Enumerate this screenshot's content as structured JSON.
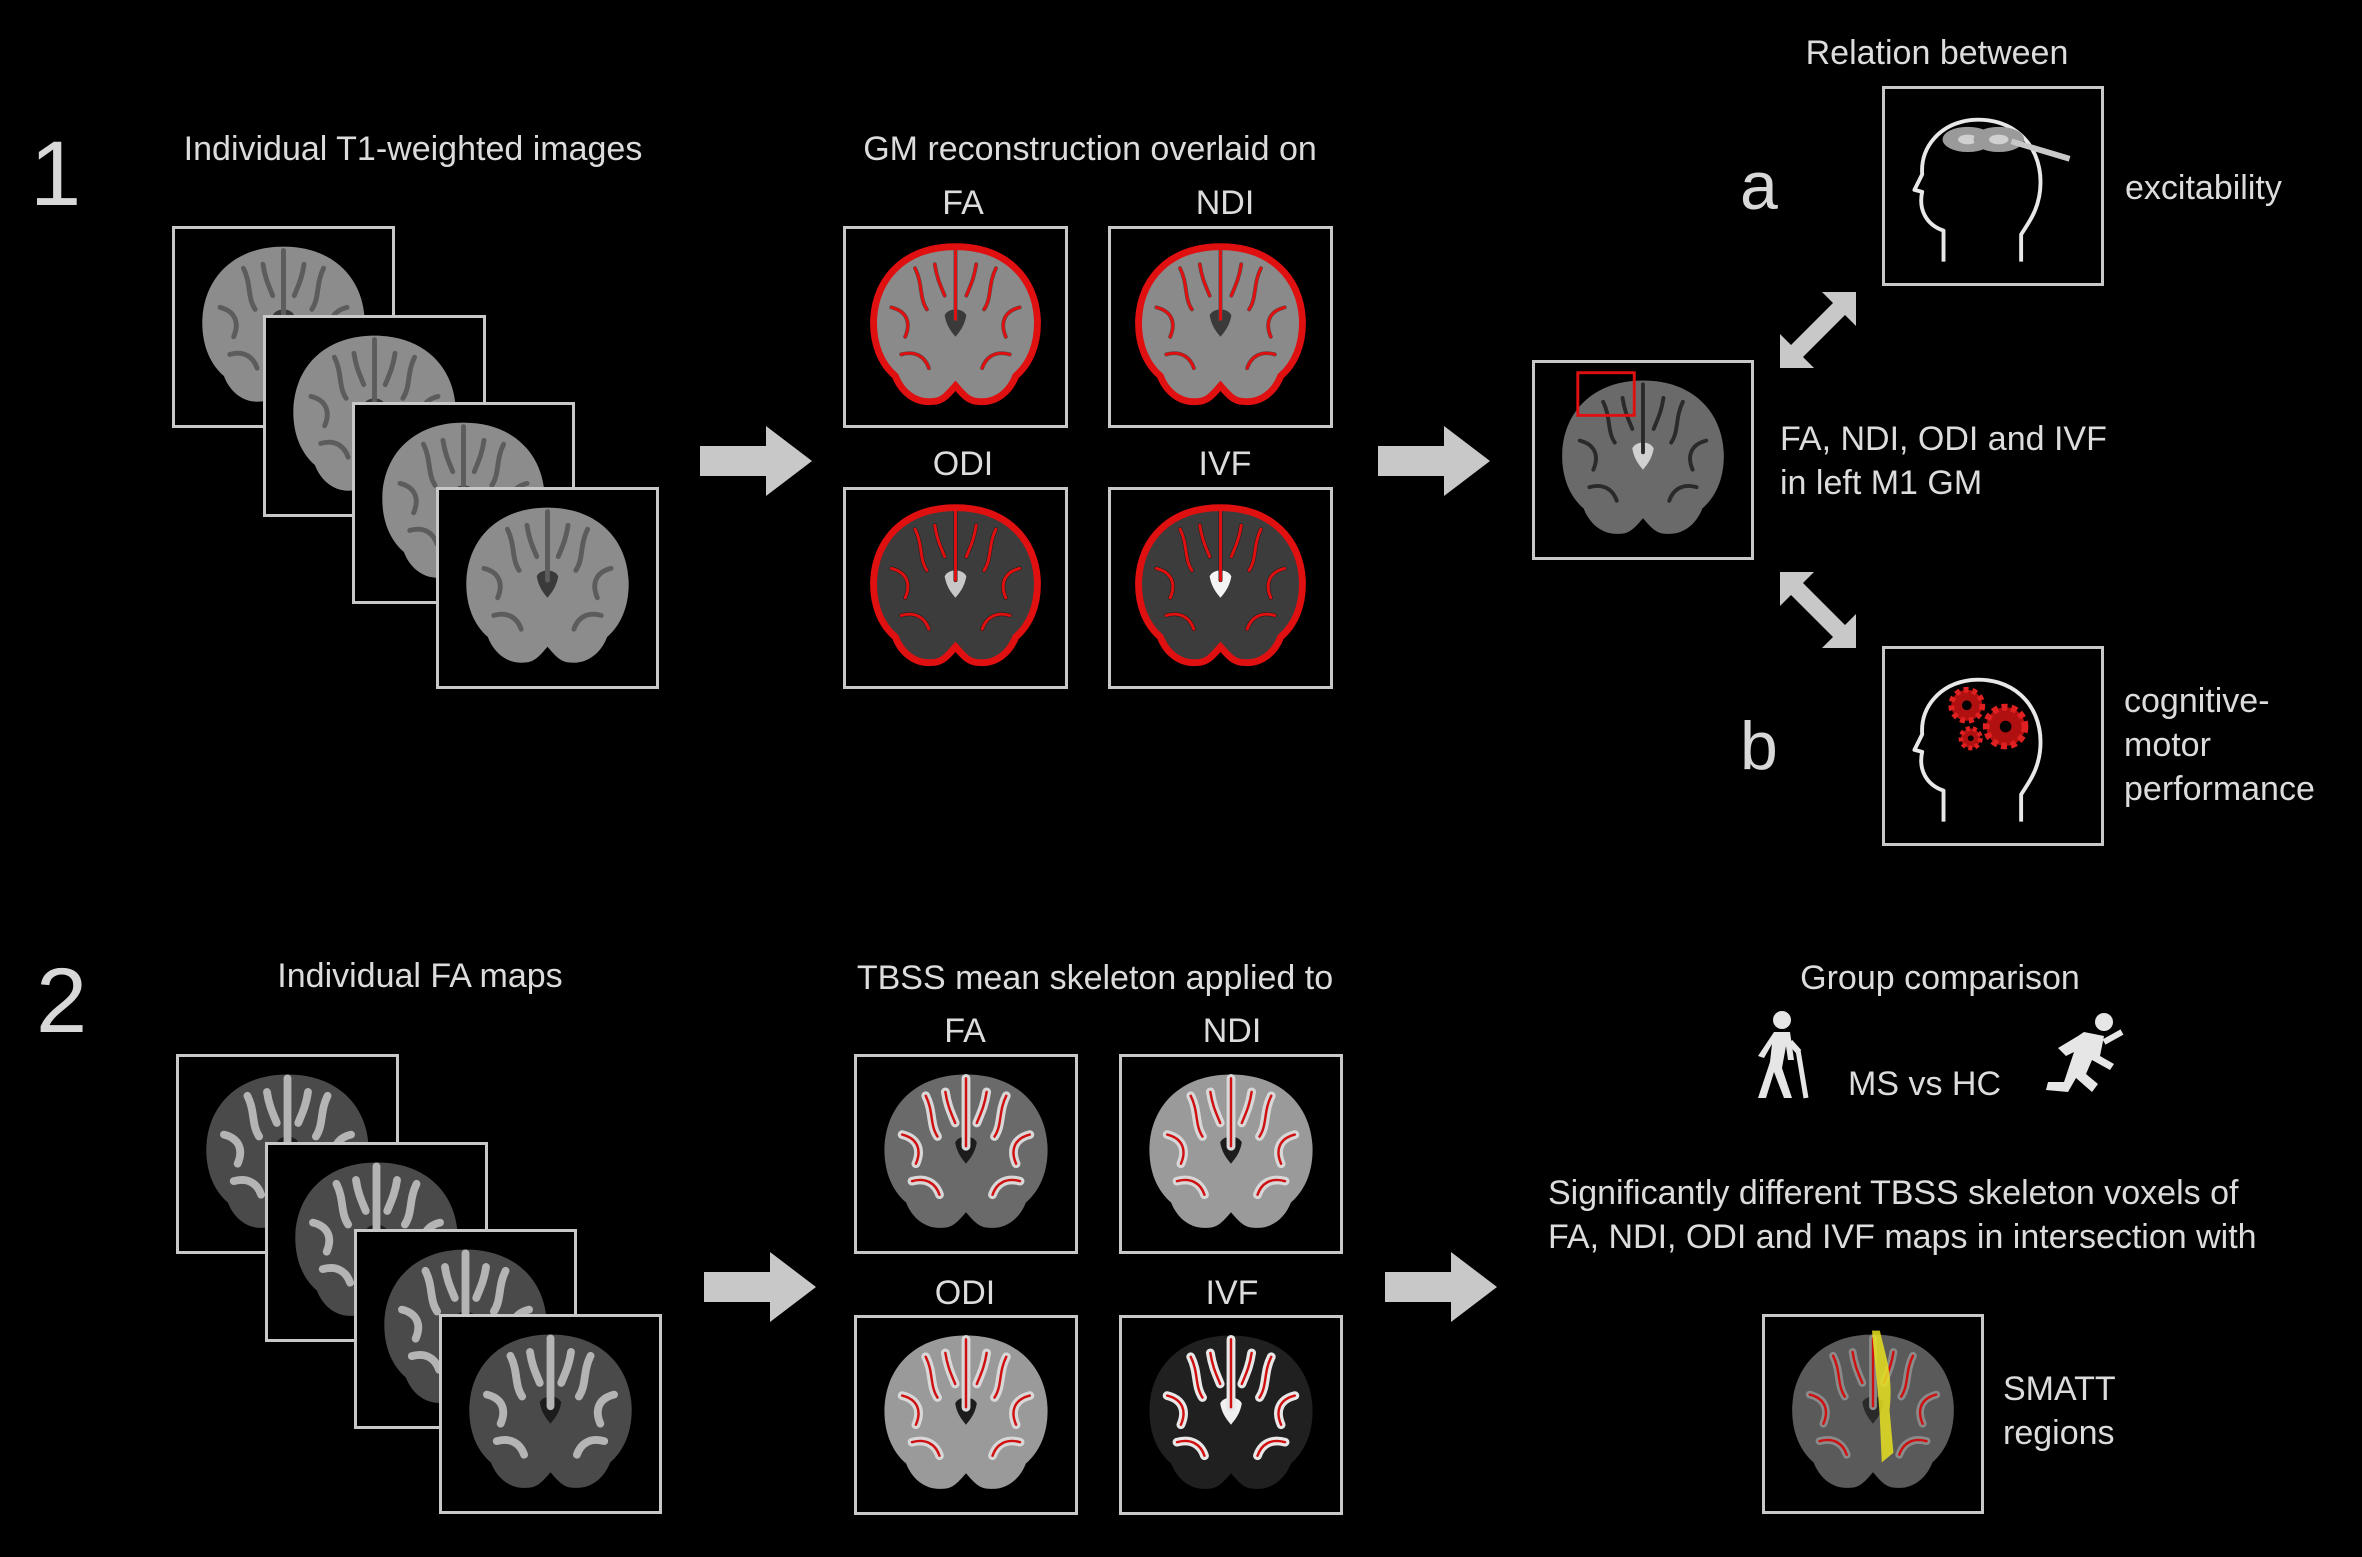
{
  "panel1": {
    "number": "1",
    "t1_title": "Individual T1-weighted images",
    "gm_title": "GM reconstruction overlaid on",
    "maps": [
      "FA",
      "NDI",
      "ODI",
      "IVF"
    ],
    "relation_title": "Relation between",
    "label_a": "a",
    "label_b": "b",
    "excitability": "excitability",
    "roi_line1": "FA, NDI, ODI and IVF",
    "roi_line2": "in left M1 GM",
    "cog_line1": "cognitive-",
    "cog_line2": "motor",
    "cog_line3": "performance"
  },
  "panel2": {
    "number": "2",
    "fa_title": "Individual FA maps",
    "tbss_title": "TBSS mean skeleton applied to",
    "maps": [
      "FA",
      "NDI",
      "ODI",
      "IVF"
    ],
    "group_title": "Group comparison",
    "ms_vs_hc": "MS vs HC",
    "sig_line1": "Significantly different TBSS skeleton voxels of",
    "sig_line2": "FA, NDI, ODI and IVF maps in intersection with",
    "smatt_line1": "SMATT",
    "smatt_line2": "regions"
  },
  "icons": {
    "head_coil": "tms-head-icon",
    "head_gears": "cognition-head-icon",
    "walker": "walking-person-icon",
    "runner": "running-person-icon"
  },
  "colors": {
    "background": "#000000",
    "text": "#dcdcdc",
    "frame": "#c8c8c8",
    "arrow": "#c8c8c8",
    "gm_overlay": "#e01010",
    "skeleton": "#d01010",
    "smatt": "#e8e020"
  }
}
